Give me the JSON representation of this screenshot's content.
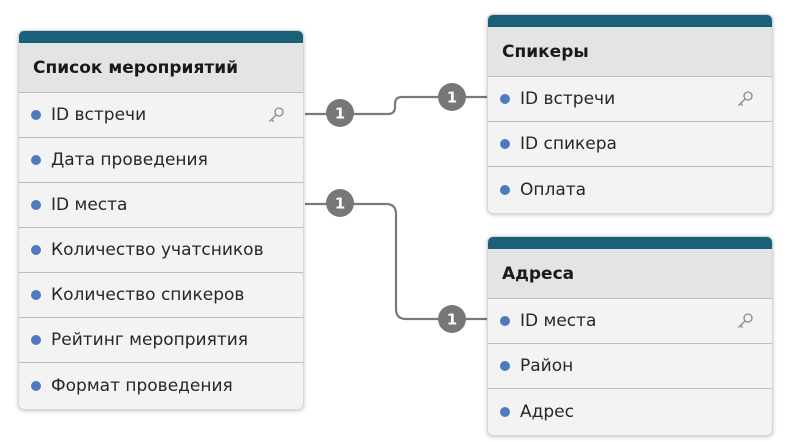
{
  "colors": {
    "header_bar": "#1b6079",
    "dot": "#4f7ac0",
    "connector": "#7a7a7a",
    "badge": "#777777"
  },
  "tables": {
    "events": {
      "title": "Список мероприятий",
      "fields": [
        {
          "label": "ID встречи",
          "key": true
        },
        {
          "label": "Дата проведения",
          "key": false
        },
        {
          "label": "ID места",
          "key": false
        },
        {
          "label": "Количество учатсников",
          "key": false
        },
        {
          "label": "Количество спикеров",
          "key": false
        },
        {
          "label": "Рейтинг мероприятия",
          "key": false
        },
        {
          "label": "Формат проведения",
          "key": false
        }
      ]
    },
    "speakers": {
      "title": "Спикеры",
      "fields": [
        {
          "label": "ID встречи",
          "key": true
        },
        {
          "label": "ID спикера",
          "key": false
        },
        {
          "label": "Оплата",
          "key": false
        }
      ]
    },
    "addresses": {
      "title": "Адреса",
      "fields": [
        {
          "label": "ID места",
          "key": true
        },
        {
          "label": "Район",
          "key": false
        },
        {
          "label": "Адрес",
          "key": false
        }
      ]
    }
  },
  "relationships": [
    {
      "from": "events.ID встречи",
      "to": "speakers.ID встречи",
      "from_card": "1",
      "to_card": "1"
    },
    {
      "from": "events.ID места",
      "to": "addresses.ID места",
      "from_card": "1",
      "to_card": "1"
    }
  ]
}
